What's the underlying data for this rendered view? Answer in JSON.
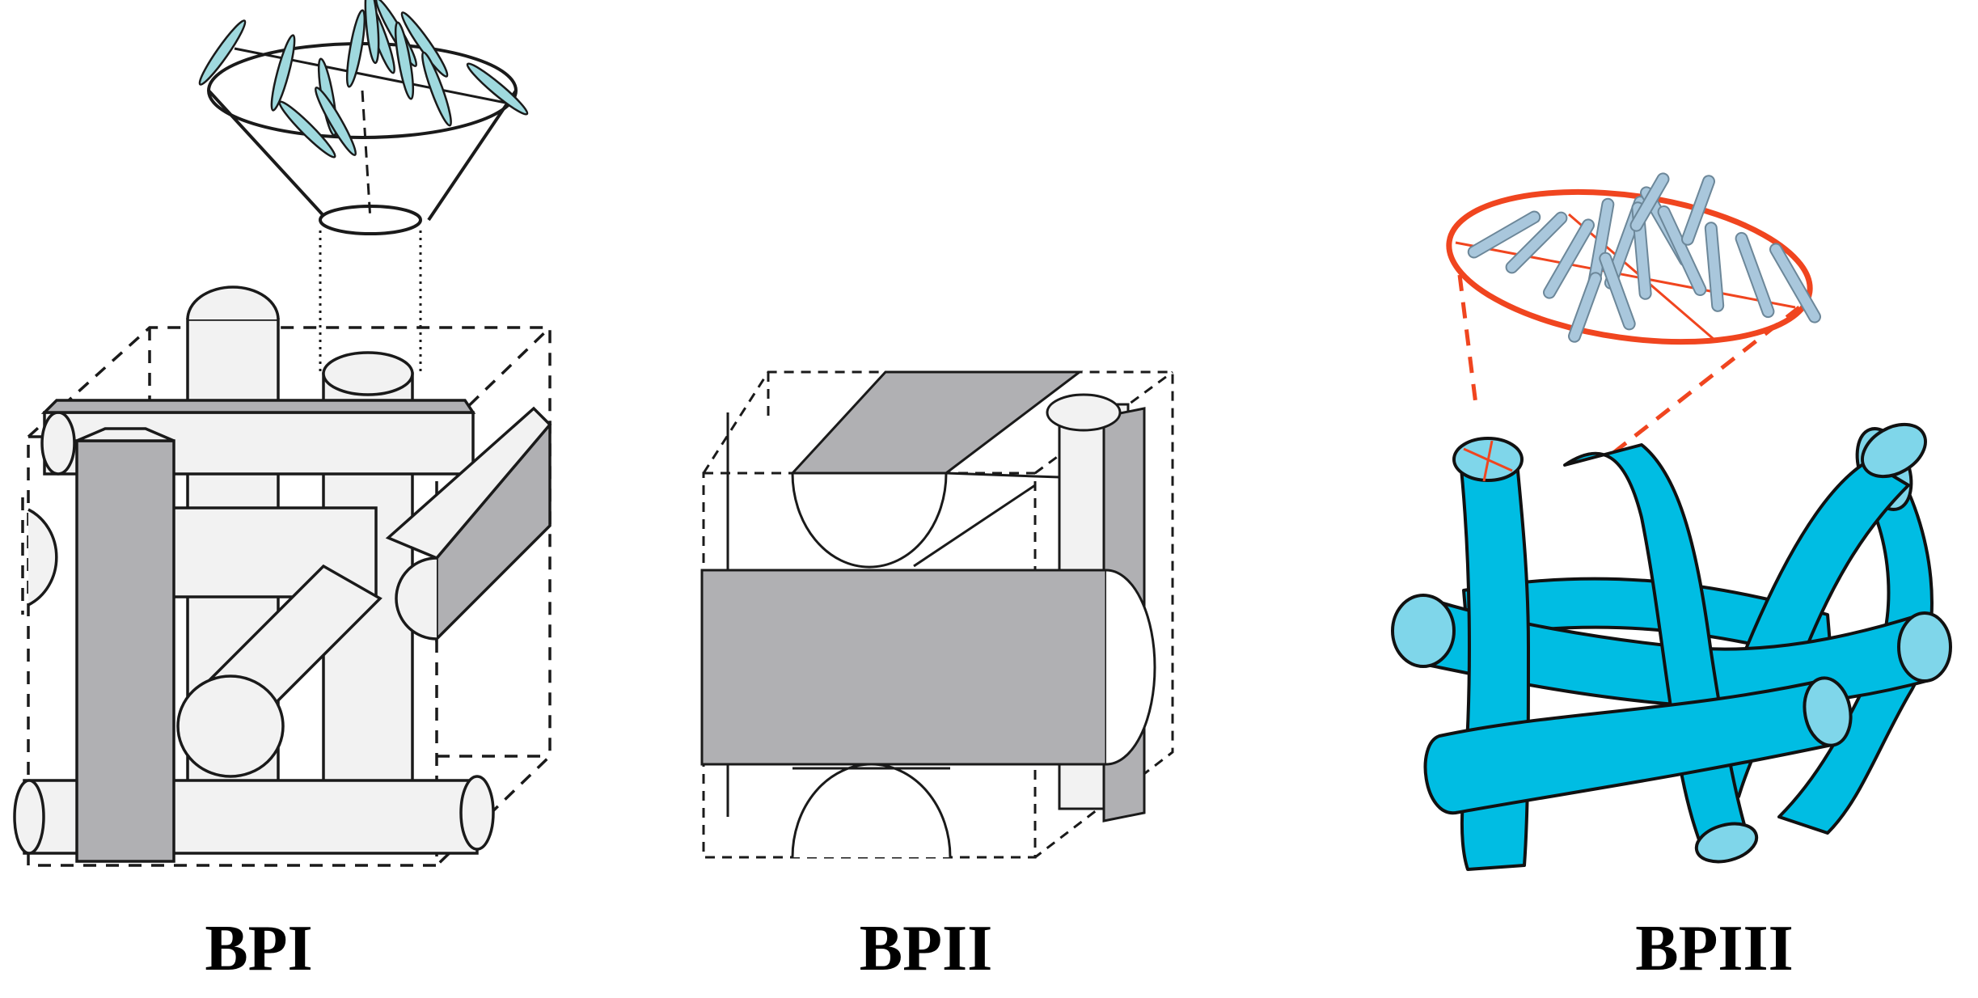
{
  "panels": [
    {
      "label": "BPI"
    },
    {
      "label": "BPII"
    },
    {
      "label": "BPIII"
    }
  ],
  "colors": {
    "line": "#1a1a1a",
    "rod_fill": "#f2f2f2",
    "face_gray": "#b0b0b3",
    "lc_molecule": "#9fd9de",
    "fiber_cyan": "#00bde3",
    "fiber_cap": "#7fd6ea",
    "cone_red": "#f0451f",
    "rod_blue": "#a9c7dc"
  }
}
